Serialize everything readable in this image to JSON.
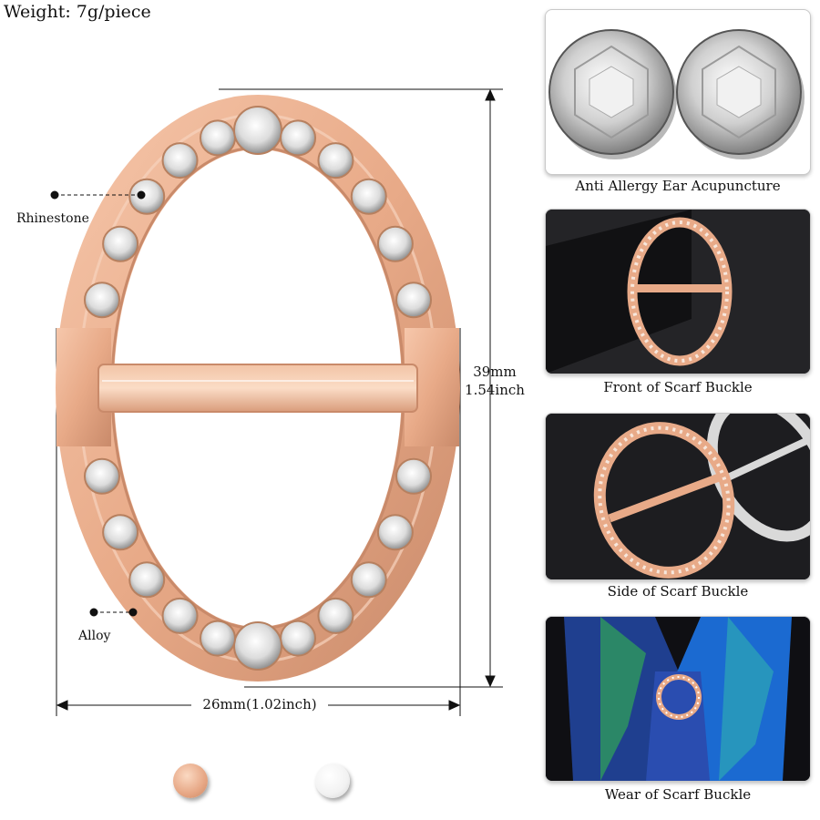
{
  "weight_text": "Weight: 7g/piece",
  "dimensions": {
    "height_mm": "39mm",
    "height_inch": "1.54inch",
    "width": "26mm(1.02inch)"
  },
  "callouts": {
    "rhinestone": "Rhinestone",
    "alloy": "Alloy"
  },
  "color_options": [
    {
      "name": "rose-gold",
      "hex": "#e8aa88"
    },
    {
      "name": "silver",
      "hex": "#f4f4f4"
    }
  ],
  "panels": [
    {
      "caption": "Anti Allergy Ear Acupuncture"
    },
    {
      "caption": "Front of Scarf Buckle"
    },
    {
      "caption": "Side of Scarf Buckle"
    },
    {
      "caption": "Wear of Scarf Buckle"
    }
  ],
  "colors": {
    "rose_gold": "#e8aa88",
    "rose_gold_dark": "#c98a6a",
    "silver": "#d9d9d9",
    "panel_dark": "#1f1f22"
  }
}
